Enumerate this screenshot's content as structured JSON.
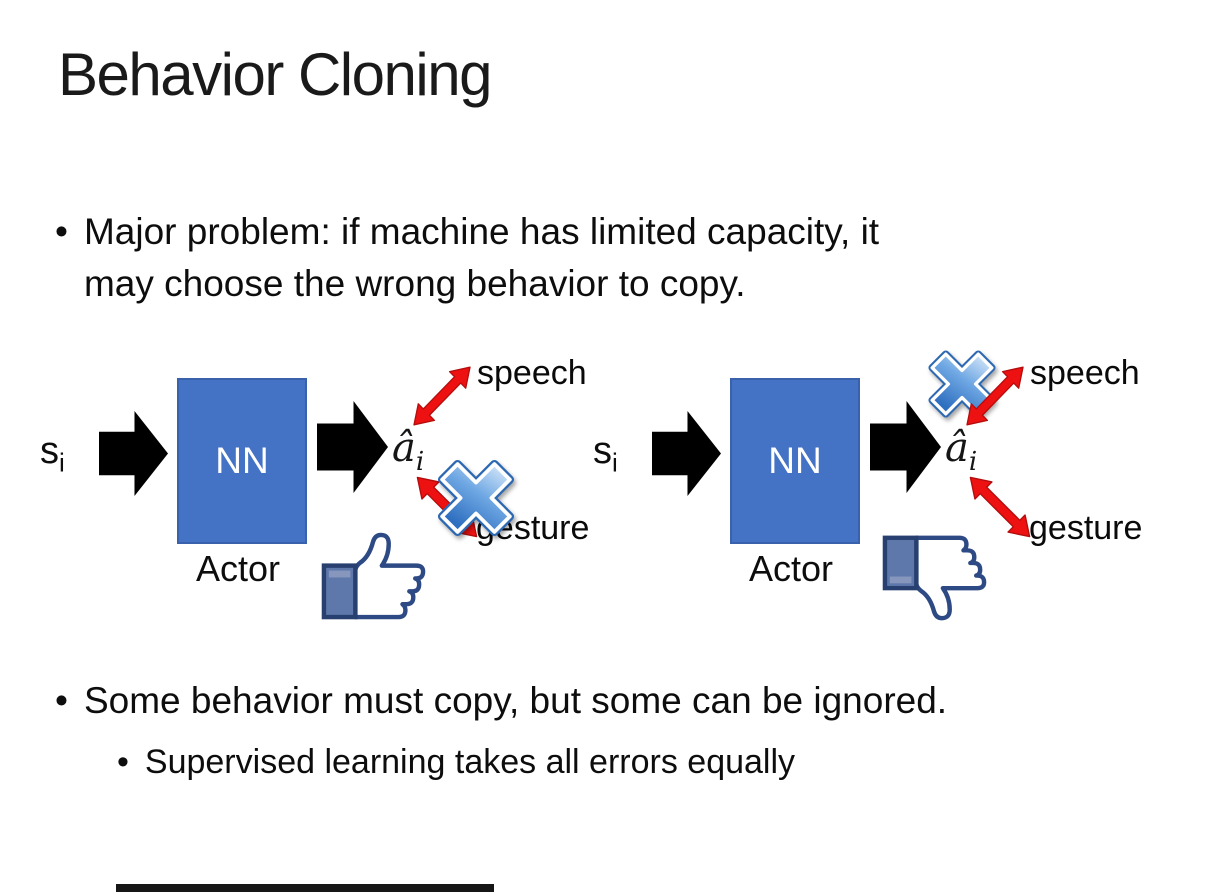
{
  "slide": {
    "title": "Behavior Cloning",
    "bullets": [
      {
        "marker": "•",
        "lines": [
          "Major problem: if machine has limited capacity, it",
          "may choose the wrong behavior to copy."
        ]
      },
      {
        "marker": "•",
        "lines": [
          "Some behavior must copy, but some can be ignored."
        ]
      },
      {
        "marker": "•",
        "lines": [
          "Supervised learning takes all errors equally"
        ]
      }
    ]
  },
  "diagram_labels": {
    "input_base": "s",
    "input_sub": "i",
    "nn": "NN",
    "actor": "Actor",
    "output_base": "â",
    "output_sub": "i",
    "speech": "speech",
    "gesture": "gesture"
  },
  "diagrams": {
    "left": {
      "crossed_out": "gesture",
      "feedback_icon": "thumbs-up"
    },
    "right": {
      "crossed_out": "speech",
      "feedback_icon": "thumbs-down"
    }
  },
  "colors": {
    "nn_box_fill": "#4472C4",
    "nn_box_border": "#3A62AC",
    "block_arrow": "#000000",
    "double_arrow_red": "#EE1111",
    "cross_blue": "#3D7CC9",
    "thumb_outline": "#2D4A85",
    "thumb_cuff_fill": "#5F78AB",
    "text": "#111111"
  }
}
